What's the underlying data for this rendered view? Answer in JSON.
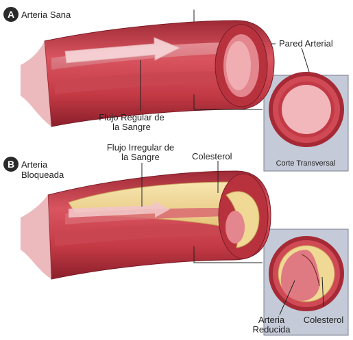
{
  "panel_a": {
    "badge": "A",
    "title": "Arteria Sana",
    "wall_label": "Pared Arterial",
    "flow_label_line1": "Flujo Regular de",
    "flow_label_line2": "la Sangre",
    "cross_section_label": "Corte Transversal"
  },
  "panel_b": {
    "badge": "B",
    "title_line1": "Arteria",
    "title_line2": "Bloqueada",
    "flow_label_line1": "Flujo Irregular de",
    "flow_label_line2": "la Sangre",
    "plaque_label": "Colesterol",
    "reduced_label_line1": "Arteria",
    "reduced_label_line2": "Reducida",
    "plaque_label_inset": "Colesterol"
  },
  "colors": {
    "artery_wall": "#c8404a",
    "artery_light": "#e8848a",
    "artery_dark": "#8e2430",
    "lumen": "#f2b9bd",
    "plaque": "#f0d895",
    "inset_bg": "#c5cad8",
    "badge": "#2a2a2a"
  }
}
